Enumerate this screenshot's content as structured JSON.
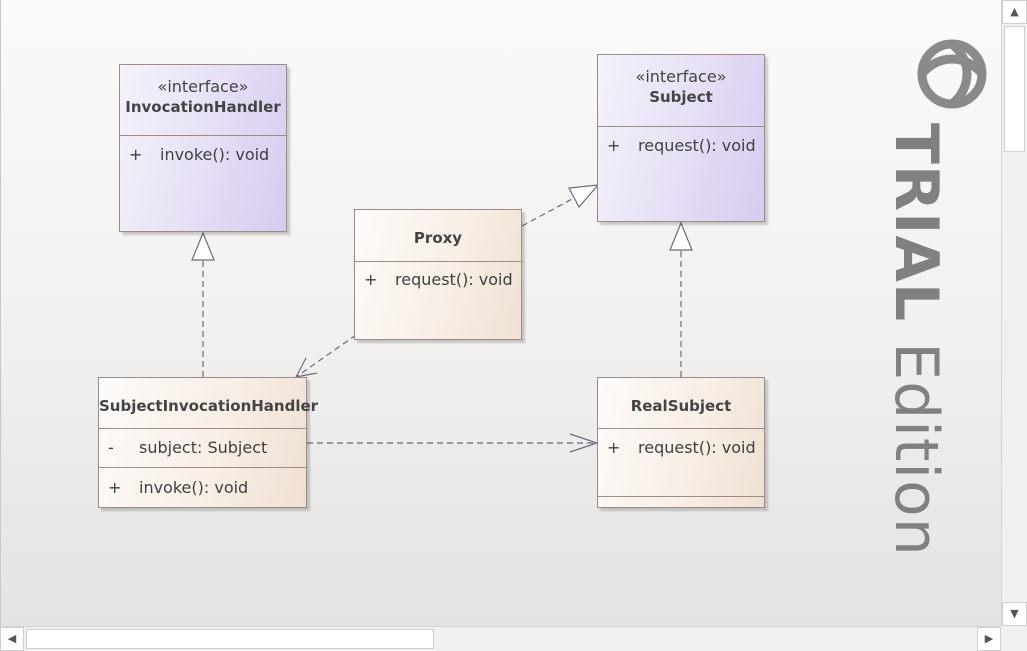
{
  "classes": {
    "invocation_handler": {
      "stereotype": "«interface»",
      "name": "InvocationHandler",
      "operations": [
        {
          "visibility": "+",
          "signature": "invoke(): void"
        }
      ]
    },
    "subject": {
      "stereotype": "«interface»",
      "name": "Subject",
      "operations": [
        {
          "visibility": "+",
          "signature": "request(): void"
        }
      ]
    },
    "proxy": {
      "name": "Proxy",
      "operations": [
        {
          "visibility": "+",
          "signature": "request(): void"
        }
      ]
    },
    "subject_invocation_handler": {
      "name": "SubjectInvocationHandler",
      "attributes": [
        {
          "visibility": "-",
          "signature": "subject: Subject"
        }
      ],
      "operations": [
        {
          "visibility": "+",
          "signature": "invoke(): void"
        }
      ]
    },
    "real_subject": {
      "name": "RealSubject",
      "operations": [
        {
          "visibility": "+",
          "signature": "request(): void"
        }
      ]
    }
  },
  "relationships": [
    {
      "from": "SubjectInvocationHandler",
      "to": "InvocationHandler",
      "type": "realization"
    },
    {
      "from": "RealSubject",
      "to": "Subject",
      "type": "realization"
    },
    {
      "from": "Proxy",
      "to": "Subject",
      "type": "realization"
    },
    {
      "from": "Proxy",
      "to": "SubjectInvocationHandler",
      "type": "dependency"
    },
    {
      "from": "SubjectInvocationHandler",
      "to": "RealSubject",
      "type": "dependency"
    }
  ],
  "watermark": {
    "bold": "TRIAL",
    "rest": " Edition"
  },
  "colors": {
    "interface_fill": "#e2dbf4",
    "class_fill": "#f6ebe0",
    "border": "#9d8a8a",
    "line": "#6a6a80"
  },
  "scrollbars": {
    "up_icon": "chevron-up-icon",
    "down_icon": "chevron-down-icon",
    "left_icon": "chevron-left-icon",
    "right_icon": "chevron-right-icon"
  }
}
